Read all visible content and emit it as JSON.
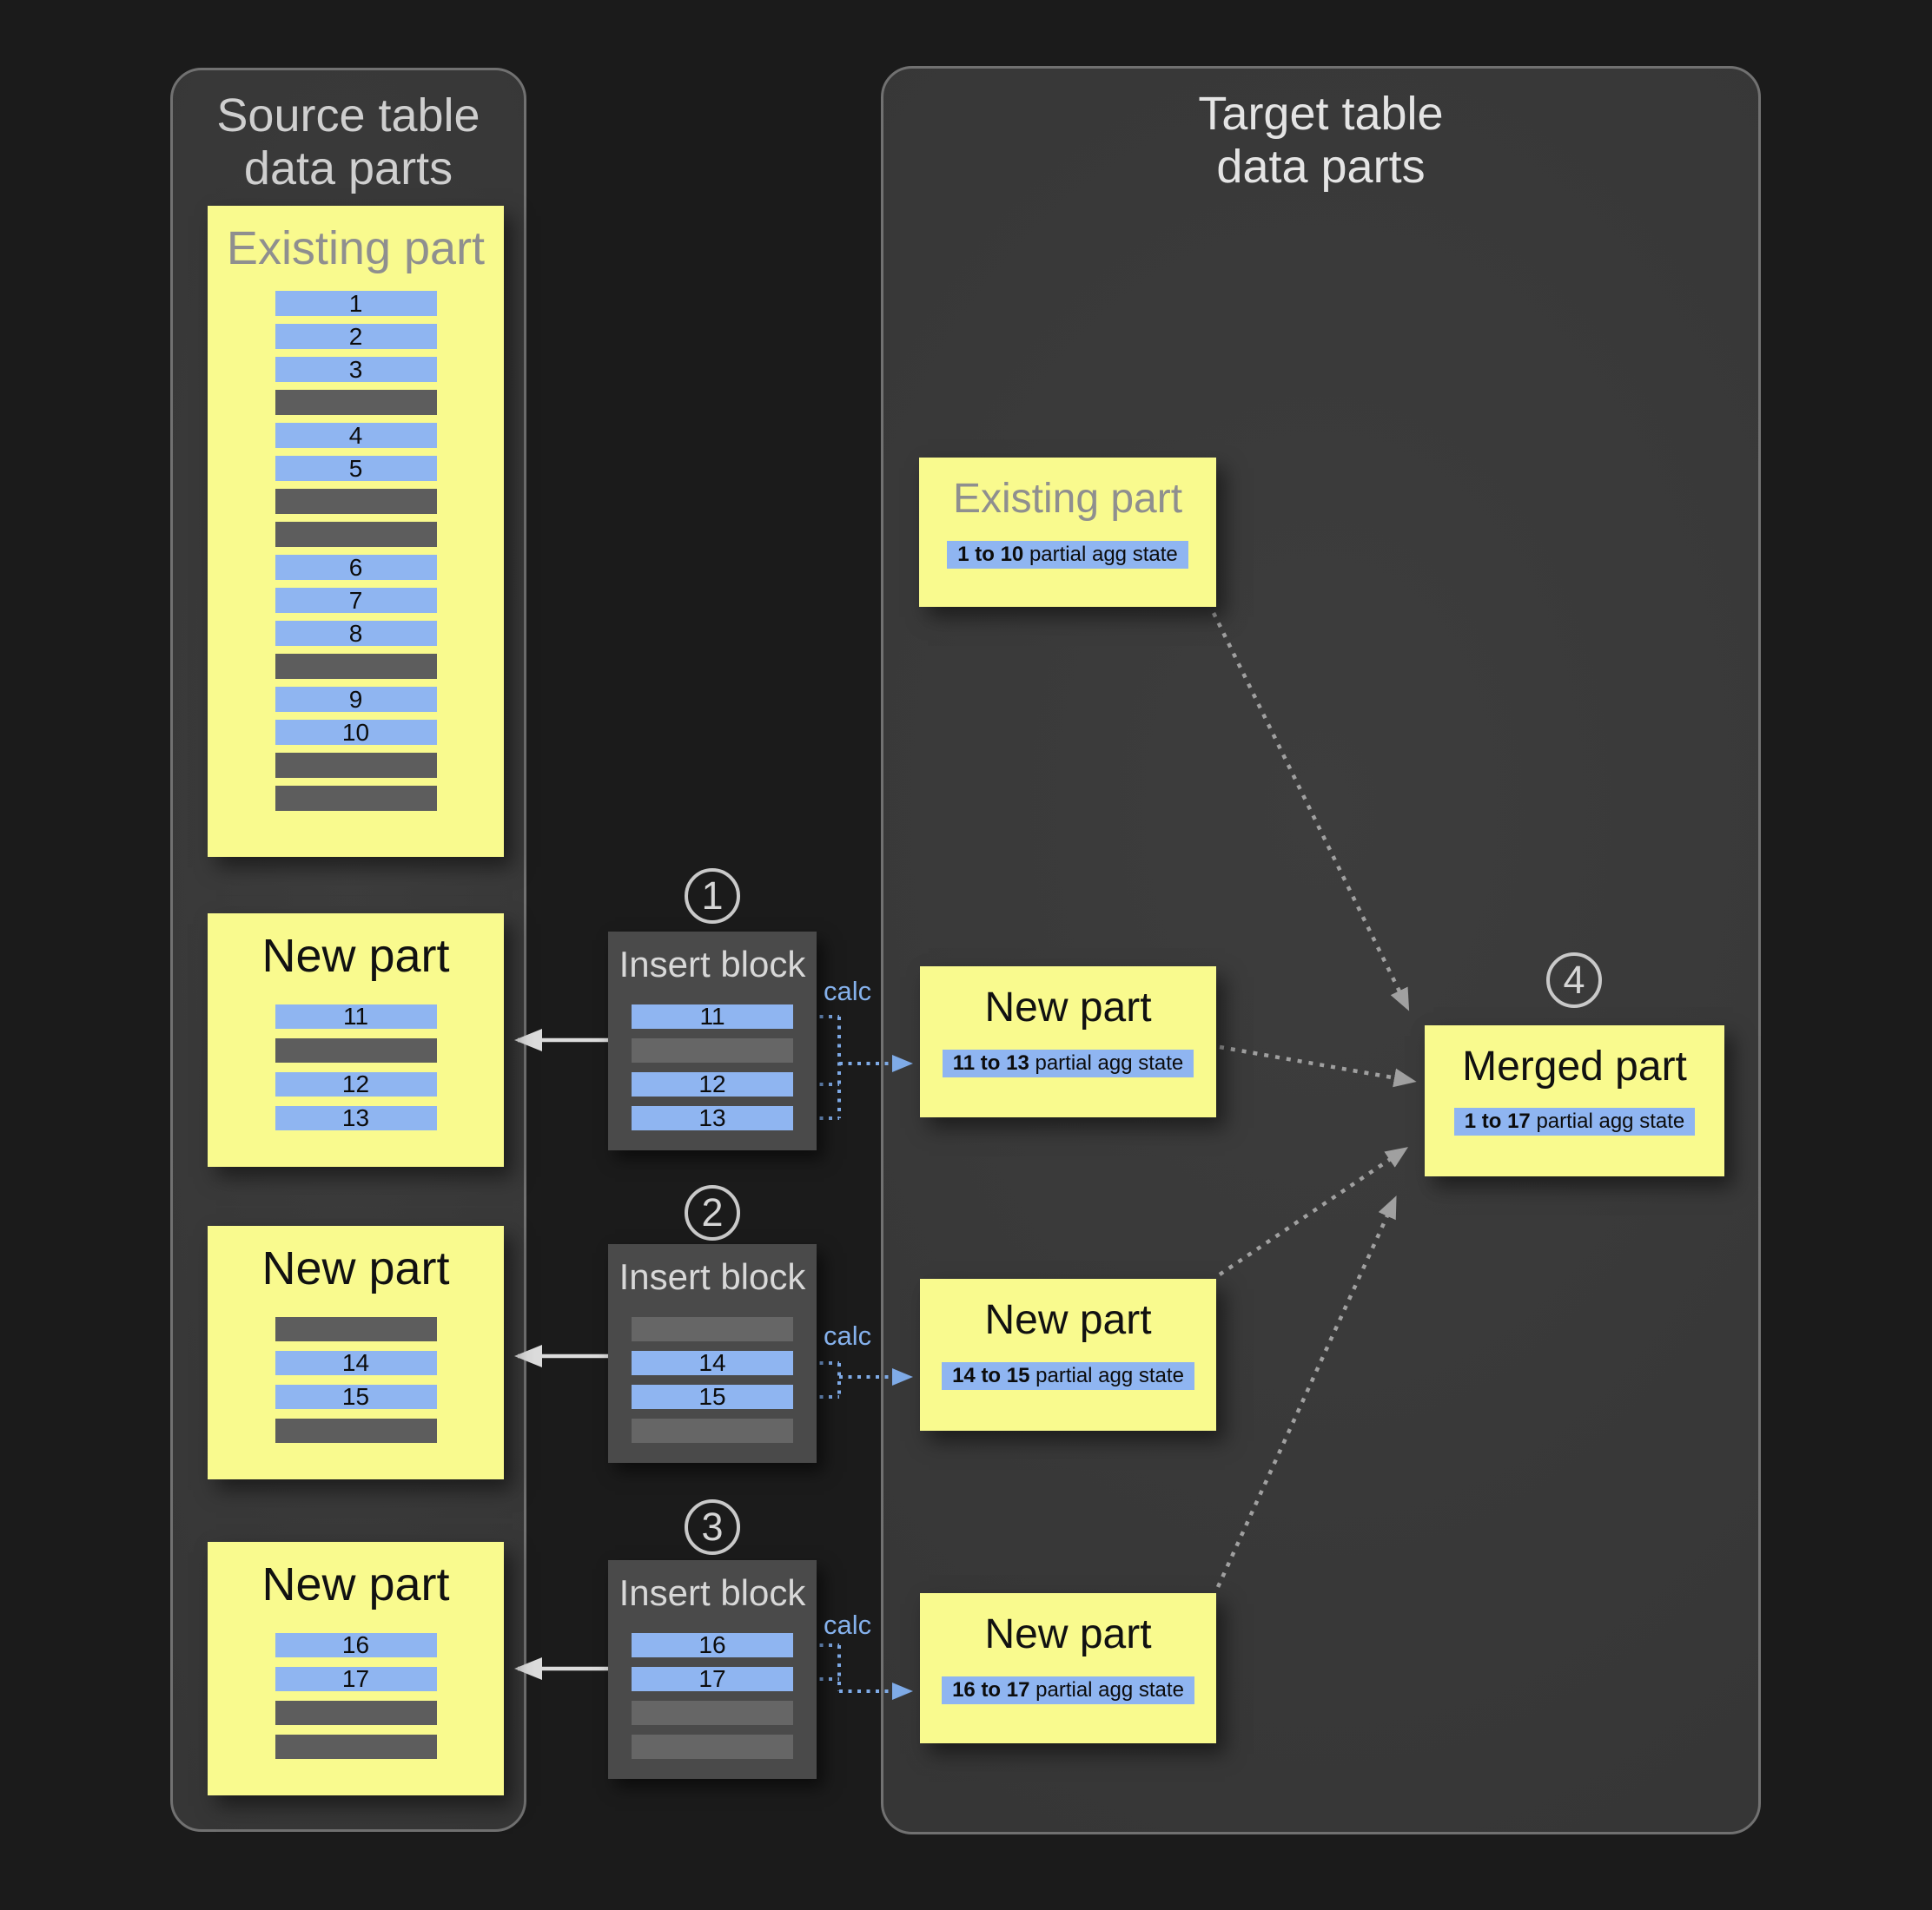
{
  "colors": {
    "canvas-bg": "#1b1b1b",
    "yellow": "#f9fa8e",
    "blue": "#8fb5f1",
    "gray-row": "#5d5d5d",
    "insert-bg": "#4a4a4a",
    "insert-gray-row": "#666666",
    "calc-blue": "#85b1ec",
    "white-arrow": "#dcdcdc",
    "dotted-gray": "#a0a0a0"
  },
  "source_panel": {
    "title": "Source table\ndata parts",
    "existing_part": {
      "label": "Existing part",
      "rows": [
        "1",
        "2",
        "3",
        null,
        "4",
        "5",
        null,
        null,
        "6",
        "7",
        "8",
        null,
        "9",
        "10",
        null,
        null
      ]
    },
    "new_parts": [
      {
        "label": "New part",
        "rows": [
          "11",
          null,
          "12",
          "13"
        ]
      },
      {
        "label": "New part",
        "rows": [
          null,
          "14",
          "15",
          null
        ]
      },
      {
        "label": "New part",
        "rows": [
          "16",
          "17",
          null,
          null
        ]
      }
    ]
  },
  "insert_blocks": [
    {
      "number": "1",
      "title": "Insert block",
      "calc_label": "calc",
      "rows": [
        "11",
        null,
        "12",
        "13"
      ]
    },
    {
      "number": "2",
      "title": "Insert block",
      "calc_label": "calc",
      "rows": [
        null,
        "14",
        "15",
        null
      ]
    },
    {
      "number": "3",
      "title": "Insert block",
      "calc_label": "calc",
      "rows": [
        "16",
        "17",
        null,
        null
      ]
    }
  ],
  "target_panel": {
    "title": "Target table\ndata parts",
    "existing_part": {
      "label": "Existing part",
      "badge_range": "1 to 10",
      "badge_text": " partial agg state"
    },
    "new_parts": [
      {
        "label": "New part",
        "badge_range": "11 to 13",
        "badge_text": " partial agg state"
      },
      {
        "label": "New part",
        "badge_range": "14 to 15",
        "badge_text": " partial agg state"
      },
      {
        "label": "New part",
        "badge_range": "16 to 17",
        "badge_text": " partial agg state"
      }
    ],
    "merged_part": {
      "number": "4",
      "label": "Merged part",
      "badge_range": "1 to 17",
      "badge_text": " partial agg state"
    }
  }
}
